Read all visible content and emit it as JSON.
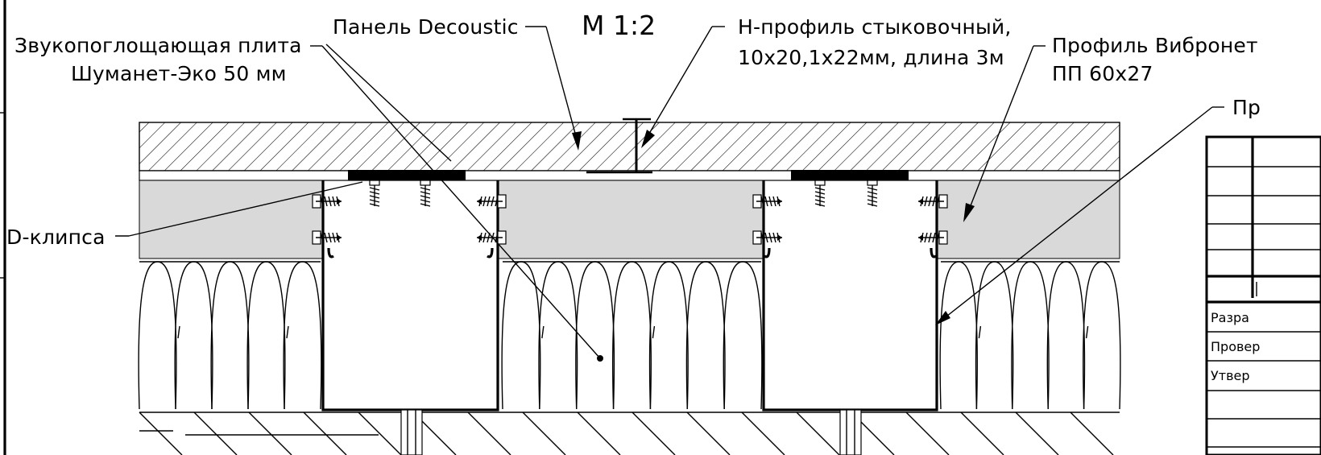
{
  "scale": "М 1:2",
  "labels": {
    "sound_plate_line1": "Звукопоглощающая плита",
    "sound_plate_line2": "Шуманет-Эко 50 мм",
    "panel": "Панель Decoustic",
    "h_profile_line1": "Н-профиль стыковочный,",
    "h_profile_line2": "10х20,1х22мм, длина 3м",
    "vibronet_line1": "Профиль Вибронет",
    "vibronet_line2": "ПП 60х27",
    "pr_cut": "Пр",
    "d_clip": "D-клипса"
  },
  "title_block": {
    "rows": [
      "Разра",
      "Провер",
      "Утвер"
    ]
  },
  "colors": {
    "ink": "#000000",
    "gray_layer": "#d9d9d9",
    "background": "#ffffff"
  }
}
